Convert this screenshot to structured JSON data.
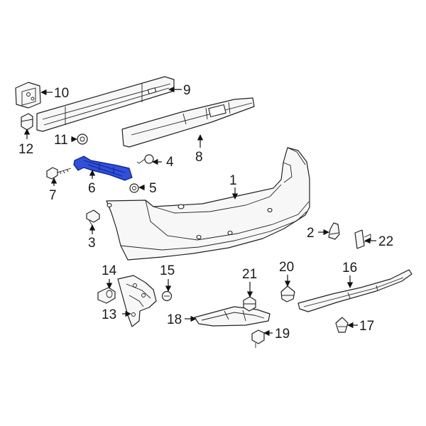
{
  "diagram": {
    "highlighted_part": "6",
    "highlight_color": "#3050d8",
    "callouts": [
      "1",
      "2",
      "3",
      "4",
      "5",
      "6",
      "7",
      "8",
      "9",
      "10",
      "11",
      "12",
      "13",
      "14",
      "15",
      "16",
      "17",
      "18",
      "19",
      "20",
      "21",
      "22"
    ]
  }
}
